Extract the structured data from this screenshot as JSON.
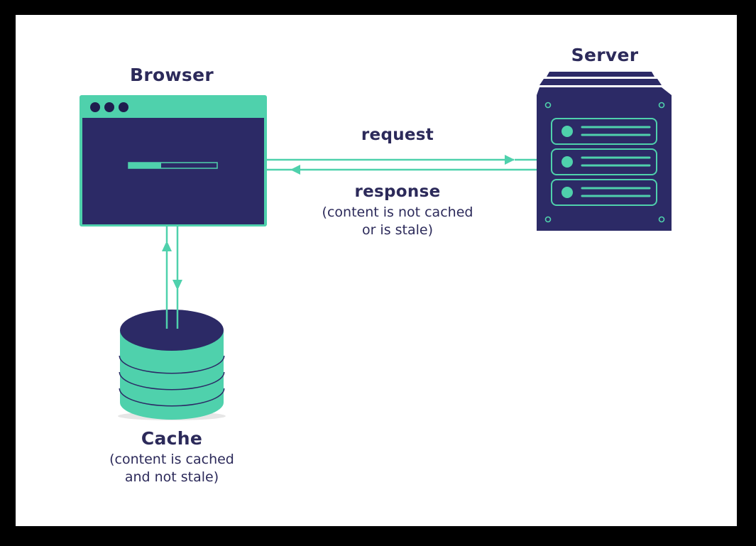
{
  "colors": {
    "navy": "#2c2a66",
    "navy_dark": "#1f1d4e",
    "teal": "#4fd1ac",
    "teal_light": "#6ee0bd",
    "text": "#2c2a5a",
    "background": "#ffffff",
    "frame": "#000000"
  },
  "icons": {
    "browser": "browser-window-icon",
    "server": "server-rack-icon",
    "cache": "database-stack-icon"
  },
  "browser": {
    "title": "Browser"
  },
  "server": {
    "title": "Server"
  },
  "cache": {
    "title": "Cache",
    "note_line1": "(content is cached",
    "note_line2": "and not stale)"
  },
  "request": {
    "label": "request"
  },
  "response": {
    "label": "response",
    "note_line1": "(content is not cached",
    "note_line2": "or is stale)"
  }
}
